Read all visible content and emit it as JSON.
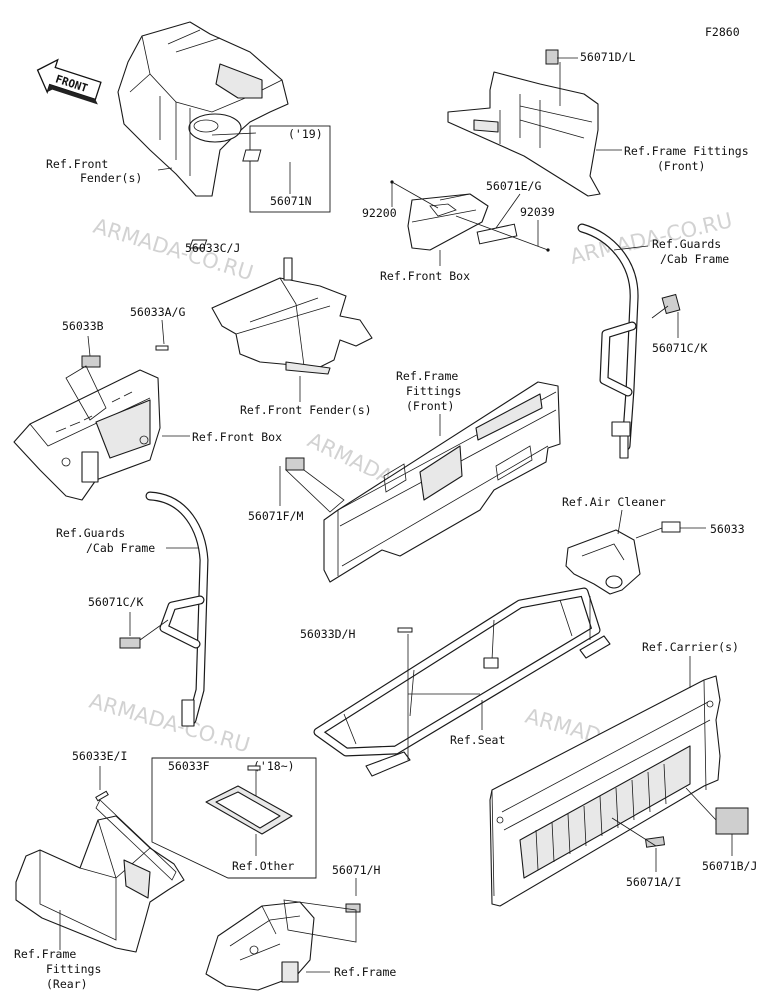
{
  "diagram_code": "F2860",
  "watermark": "ARMADA-CO.RU",
  "front_arrow": "FRONT",
  "labels": {
    "l_56071DL": "56071D/L",
    "l_frame_fit_front_top": "Ref.Frame Fittings",
    "l_frame_fit_front_top2": "(Front)",
    "l_year19": "('19)",
    "l_56071N": "56071N",
    "l_ref_front_fender": "Ref.Front",
    "l_ref_front_fender2": "Fender(s)",
    "l_56071EG": "56071E/G",
    "l_92200": "92200",
    "l_92039": "92039",
    "l_ref_front_box_mid": "Ref.Front Box",
    "l_ref_guards_top": "Ref.Guards",
    "l_ref_guards_top2": "/Cab Frame",
    "l_56033CJ": "56033C/J",
    "l_56033B": "56033B",
    "l_56033AG": "56033A/G",
    "l_56071CK_right": "56071C/K",
    "l_ref_front_fender_mid": "Ref.Front Fender(s)",
    "l_ref_frame_fittings_center": "Ref.Frame",
    "l_ref_frame_fittings_center2": "Fittings",
    "l_ref_frame_fittings_center3": "(Front)",
    "l_ref_front_box_left": "Ref.Front Box",
    "l_56071FM": "56071F/M",
    "l_ref_air_cleaner": "Ref.Air Cleaner",
    "l_56033": "56033",
    "l_ref_guards_left": "Ref.Guards",
    "l_ref_guards_left2": "/Cab Frame",
    "l_56071CK_left": "56071C/K",
    "l_56033DH": "56033D/H",
    "l_ref_carriers": "Ref.Carrier(s)",
    "l_ref_seat": "Ref.Seat",
    "l_56033EI": "56033E/I",
    "l_56033F": "56033F",
    "l_year18": "('18~)",
    "l_ref_other": "Ref.Other",
    "l_56071H": "56071/H",
    "l_56071AI": "56071A/I",
    "l_56071BJ": "56071B/J",
    "l_ref_frame_fittings_rear": "Ref.Frame",
    "l_ref_frame_fittings_rear2": "Fittings",
    "l_ref_frame_fittings_rear3": "(Rear)",
    "l_ref_frame_bottom": "Ref.Frame"
  }
}
